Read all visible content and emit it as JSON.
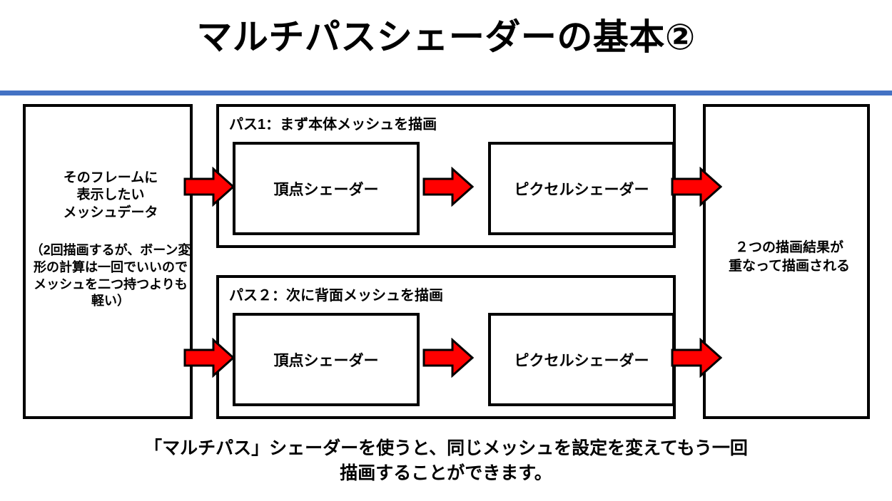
{
  "slide": {
    "title": "マルチパスシェーダーの基本②",
    "accent_color": "#4472C4",
    "arrow_color": "#FF0000",
    "outline_color": "#000000",
    "background_color": "#FFFFFF"
  },
  "source": {
    "main_text": "そのフレームに\n表示したい\nメッシュデータ",
    "note_text": "（2回描画するが、ボーン変形の計算は一回でいいのでメッシュを二つ持つよりも軽い）"
  },
  "passes": [
    {
      "title": "パス1：まず本体メッシュを描画",
      "vertex_shader_label": "頂点シェーダー",
      "pixel_shader_label": "ピクセルシェーダー"
    },
    {
      "title": "パス２：次に背面メッシュを描画",
      "vertex_shader_label": "頂点シェーダー",
      "pixel_shader_label": "ピクセルシェーダー"
    }
  ],
  "result": {
    "text": "２つの描画結果が\n重なって描画される"
  },
  "caption": {
    "line1": "「マルチパス」シェーダーを使うと、同じメッシュを設定を変えてもう一回",
    "line2": "描画することができます。"
  },
  "arrows": [
    {
      "name": "source-to-pass1",
      "direction": "right"
    },
    {
      "name": "source-to-pass2",
      "direction": "right"
    },
    {
      "name": "vertex-to-pixel-pass1",
      "direction": "right"
    },
    {
      "name": "vertex-to-pixel-pass2",
      "direction": "right"
    },
    {
      "name": "pass1-to-result",
      "direction": "right"
    },
    {
      "name": "pass2-to-result",
      "direction": "right"
    }
  ]
}
